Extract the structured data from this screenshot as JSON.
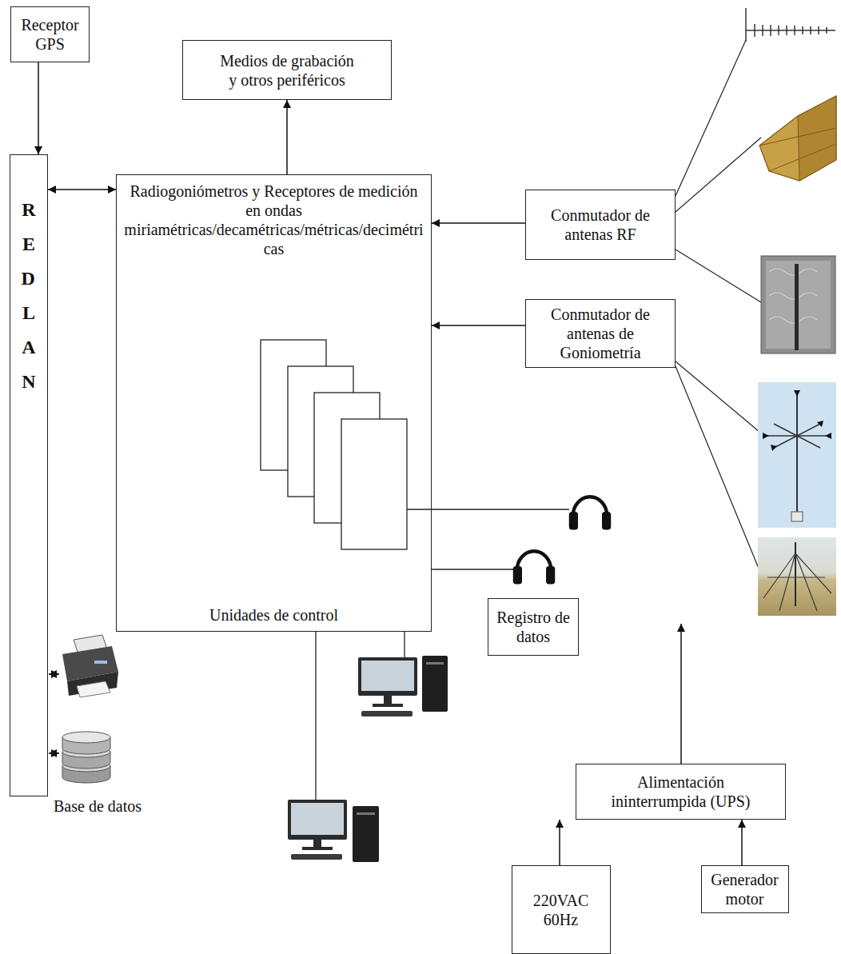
{
  "diagram": {
    "nodes": [
      {
        "text": [
          "Receptor GPS"
        ]
      },
      {
        "text": [
          "Medios de grabación y otros periféricos"
        ]
      },
      {
        "text": [
          "RED LAN"
        ]
      },
      {
        "text": [
          "Radiogoniómetros y Receptores de medición en ondas miriamétricas/decamétricas/métricas/decimétricas",
          "Unidades de control"
        ]
      },
      {
        "text": [
          "Conmutador de antenas RF"
        ]
      },
      {
        "text": [
          "Conmutador de antenas de Goniometría"
        ]
      },
      {
        "text": [
          "Registro de datos"
        ]
      },
      {
        "text": [
          "Alimentación ininterrumpida (UPS)"
        ]
      },
      {
        "text": [
          "220VAC 60Hz"
        ]
      },
      {
        "text": [
          "Generador motor"
        ]
      }
    ],
    "edges": [
      {
        "from": 0,
        "to": 2,
        "arrow": "to"
      },
      {
        "from": 3,
        "to": 1,
        "arrow": "to"
      },
      {
        "from": 2,
        "to": 3,
        "arrow": "both"
      },
      {
        "from": 4,
        "to": 3,
        "arrow": "to"
      },
      {
        "from": 5,
        "to": 3,
        "arrow": "to"
      },
      {
        "from": 8,
        "to": 7,
        "arrow": "to"
      },
      {
        "from": 9,
        "to": 7,
        "arrow": "to"
      }
    ],
    "labels": [
      "Base de datos"
    ]
  }
}
